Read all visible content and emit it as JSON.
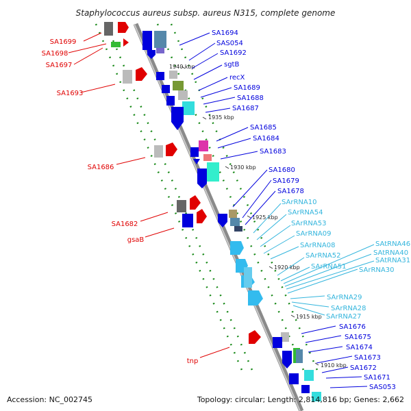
{
  "title": "Staphylococcus aureus subsp. aureus N315, complete genome",
  "footer": {
    "accession": "Accession: NC_002745",
    "summary": "Topology: circular; Length: 2,814,816 bp; Genes: 2,662"
  },
  "colors": {
    "backbone": "#8a8a8a",
    "forward": "#e00000",
    "reverse": "#0000dd",
    "rna": "#33b5dd",
    "ticks": "#1a8a1a"
  },
  "kbp_marks": [
    "1940 kbp",
    "1935 kbp",
    "1930 kbp",
    "1925 kbp",
    "1920 kbp",
    "1915 kbp",
    "1910 kbp"
  ],
  "labels": {
    "left": [
      "SA1699",
      "SA1698",
      "SA1697",
      "SA1693",
      "SA1686",
      "SA1682",
      "gsaB",
      "tnp"
    ],
    "right": [
      "SA1694",
      "SAS054",
      "SA1692",
      "sgtB",
      "recX",
      "SA1689",
      "SA1688",
      "SA1687",
      "SA1685",
      "SA1684",
      "SA1683",
      "SA1680",
      "SA1679",
      "SA1678",
      "SA1676",
      "SA1675",
      "SA1674",
      "SA1673",
      "SA1672",
      "SA1671",
      "SAS053"
    ],
    "rna": [
      "SArRNA10",
      "SArRNA54",
      "SArRNA53",
      "SArRNA09",
      "SArRNA08",
      "SArRNA52",
      "SArRNA51",
      "SAtRNA46",
      "SAtRNA40",
      "SAtRNA31",
      "SArRNA30",
      "SArRNA29",
      "SArRNA28",
      "SArRNA27"
    ]
  }
}
